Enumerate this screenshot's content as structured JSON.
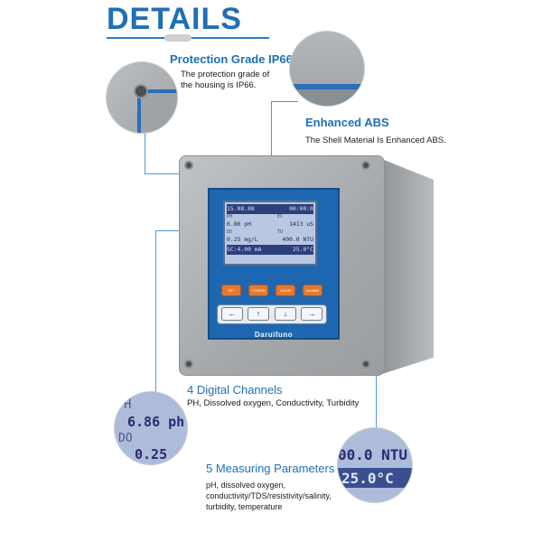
{
  "header": {
    "title": "DETAILS"
  },
  "features": {
    "ip66": {
      "title": "Protection Grade IP66",
      "text": "The protection grade of the housing is IP66."
    },
    "abs": {
      "title": "Enhanced ABS",
      "text": "The Shell Material Is Enhanced ABS."
    },
    "channels": {
      "title": "4 Digital Channels",
      "text": "PH, Dissolved oxygen, Conductivity, Turbidity"
    },
    "params": {
      "title": "5 Measuring Parameters",
      "text": "pH, dissolved oxygen, conductivity/TDS/resistivity/salinity, turbidity, temperature"
    }
  },
  "device": {
    "brand": "Daruifuno",
    "lcd": {
      "date": "15.08.08",
      "time": "00:00:0",
      "ph_label": "PH",
      "ph_value": "6.86 pH",
      "ec_label": "EC",
      "ec_value": "1413 uS",
      "do_label": "DO",
      "do_value": "0.25 mg/L",
      "tu_label": "TU",
      "tu_value": "400.0 NTU",
      "current": "SC:4.00 mA",
      "temp": "25.0°C"
    },
    "function_buttons": [
      "SET",
      "CONFIG",
      "CALIB",
      "ALARM"
    ],
    "arrow_buttons": [
      "←",
      "↑",
      "↓",
      "→"
    ]
  },
  "zooms": {
    "channels": {
      "line1": "H",
      "line2": "6.86 ph",
      "line3": "DO",
      "line4": "0.25"
    },
    "params": {
      "line1": "00.0 NTU",
      "line2": "25.0°C"
    }
  },
  "colors": {
    "accent": "#1f6fb5",
    "device_panel": "#1e67b0",
    "lcd": "#b8c8e2"
  }
}
